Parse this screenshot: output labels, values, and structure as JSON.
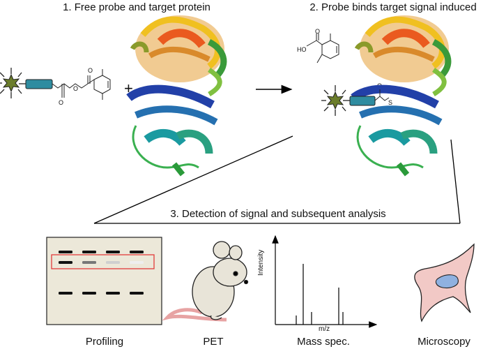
{
  "step1": {
    "title": "1. Free probe and target protein"
  },
  "step2": {
    "title": "2. Probe binds target signal induced"
  },
  "step3": {
    "title": "3. Detection of signal and subsequent analysis"
  },
  "plus_sign": "+",
  "probe_chem": {
    "atom_o_bottom": "O",
    "atom_o_top": "O",
    "atom_o_ester": "O"
  },
  "leaving_group": {
    "atom_ho": "HO",
    "atom_o": "O"
  },
  "bound": {
    "atom_o": "O",
    "atom_s": "S"
  },
  "mass_spec": {
    "ylabel": "Intensity",
    "xlabel": "m/z"
  },
  "methods": {
    "profiling": "Profiling",
    "pet": "PET",
    "mass_spec": "Mass spec.",
    "microscopy": "Microscopy"
  },
  "gel": {
    "lanes": 4,
    "row_top": [
      "#111111",
      "#111111",
      "#111111",
      "#111111"
    ],
    "row_highlight": [
      "#111111",
      "#777777",
      "#cfcfcf",
      "#eeeeee"
    ],
    "row_bottom": [
      "#111111",
      "#111111",
      "#111111",
      "#111111"
    ],
    "highlight_color": "#e23b3b"
  },
  "colors": {
    "probe_star": "#6b7d2b",
    "probe_rect": "#2f8ca0",
    "cell_fill": "#f2c9c6",
    "nucleus_fill": "#8fb1e0",
    "mouse_tail": "#e7a3a3"
  }
}
